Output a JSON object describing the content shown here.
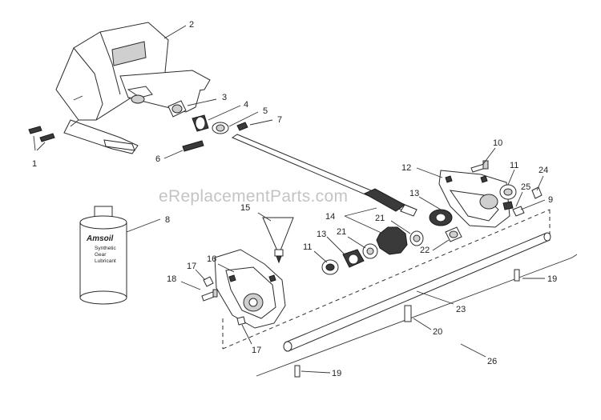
{
  "watermark": "eReplacementParts.com",
  "container_label": {
    "brand": "Amsoil",
    "line1": "Synthetic",
    "line2": "Gear",
    "line3": "Lubricant"
  },
  "callouts": [
    {
      "id": "c1",
      "text": "1"
    },
    {
      "id": "c2",
      "text": "2"
    },
    {
      "id": "c3",
      "text": "3"
    },
    {
      "id": "c4",
      "text": "4"
    },
    {
      "id": "c5",
      "text": "5"
    },
    {
      "id": "c6",
      "text": "6"
    },
    {
      "id": "c7",
      "text": "7"
    },
    {
      "id": "c8",
      "text": "8"
    },
    {
      "id": "c9",
      "text": "9"
    },
    {
      "id": "c10",
      "text": "10"
    },
    {
      "id": "c11a",
      "text": "11"
    },
    {
      "id": "c11b",
      "text": "11"
    },
    {
      "id": "c12",
      "text": "12"
    },
    {
      "id": "c13a",
      "text": "13"
    },
    {
      "id": "c13b",
      "text": "13"
    },
    {
      "id": "c14",
      "text": "14"
    },
    {
      "id": "c15",
      "text": "15"
    },
    {
      "id": "c16",
      "text": "16"
    },
    {
      "id": "c17a",
      "text": "17"
    },
    {
      "id": "c17b",
      "text": "17"
    },
    {
      "id": "c18",
      "text": "18"
    },
    {
      "id": "c19a",
      "text": "19"
    },
    {
      "id": "c19b",
      "text": "19"
    },
    {
      "id": "c20",
      "text": "20"
    },
    {
      "id": "c21a",
      "text": "21"
    },
    {
      "id": "c21b",
      "text": "21"
    },
    {
      "id": "c22",
      "text": "22"
    },
    {
      "id": "c23",
      "text": "23"
    },
    {
      "id": "c24",
      "text": "24"
    },
    {
      "id": "c25",
      "text": "25"
    },
    {
      "id": "c26",
      "text": "26"
    }
  ]
}
